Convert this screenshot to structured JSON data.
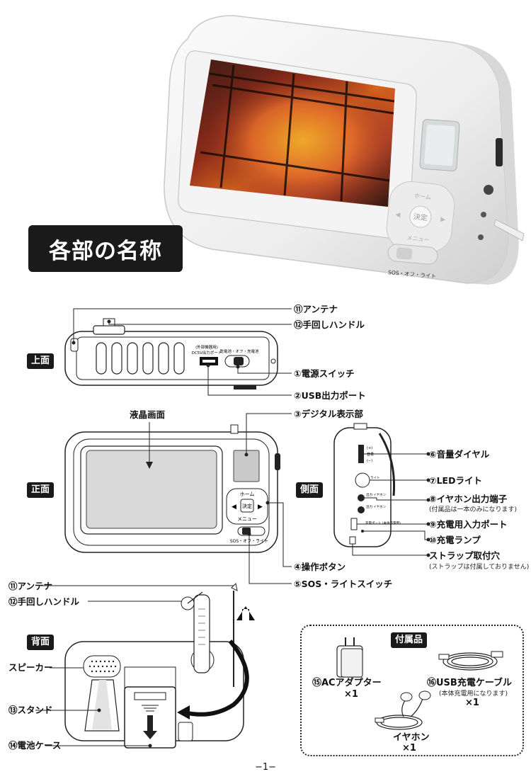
{
  "heading": "各部の名称",
  "photo_labels": {
    "home": "ホーム",
    "ok": "決定",
    "menu": "メニュー",
    "sos_light": "SOS・オフ・ライト"
  },
  "view_tags": {
    "top": "上面",
    "front": "正面",
    "side": "側面",
    "back": "背面"
  },
  "parts": {
    "p11": "⑪アンテナ",
    "p12": "⑫手回しハンドル",
    "p1": "①電源スイッチ",
    "p2": "②USB出力ポート",
    "p3": "③デジタル表示部",
    "p6": "⑥音量ダイヤル",
    "p7": "⑦LEDライト",
    "p8": "⑧イヤホン出力端子",
    "p8_note": "(付属品は一本のみになります)",
    "p9": "⑨充電用入力ポート",
    "p10": "⑩充電ランプ",
    "strap": "ストラップ取付穴",
    "strap_note": "(ストラップは付属しておりません)",
    "p4": "④操作ボタン",
    "p5": "⑤SOS・ライトスイッチ",
    "lcd": "液晶画面",
    "speaker": "スピーカー",
    "p13": "⑬スタンド",
    "p14": "⑭電池ケース",
    "back_p11": "⑪アンテナ",
    "back_p12": "⑫手回しハンドル"
  },
  "diagram_small_text": {
    "top_usb": "DC5V出力ポート",
    "top_usb_sub": "(外部機器用)",
    "top_switch": "乾電池・オフ・充電池",
    "front_home": "ホーム",
    "front_ok": "決定",
    "front_menu": "メニュー",
    "front_sos": "SOS・オフ・ライト",
    "side_vol_plus": "(+)",
    "side_vol": "音量",
    "side_vol_minus": "(−)",
    "side_light": "ライト",
    "side_out1": "出力 イヤホン",
    "side_out2": "出力 イヤホン",
    "side_charge": "充電ポート (本体充電用)"
  },
  "accessories": {
    "title": "付属品",
    "ac_adapter": "⑮ACアダプター",
    "ac_qty": "×1",
    "usb_cable": "⑯USB充電ケーブル",
    "usb_note": "(本体充電用になります)",
    "usb_qty": "×1",
    "earphone": "イヤホン",
    "earphone_qty": "×1"
  },
  "page_number": "−1−"
}
